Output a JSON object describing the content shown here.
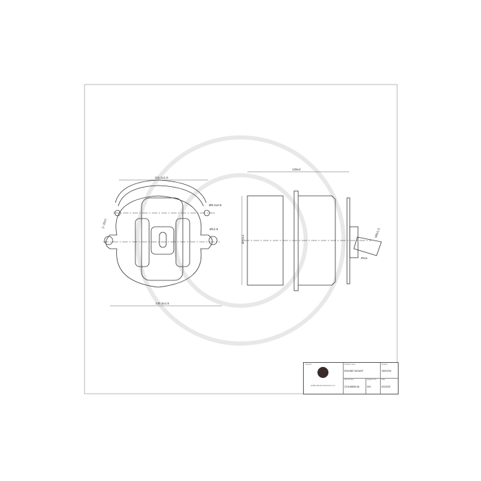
{
  "dimensions": {
    "top_width": "116.2±1.5",
    "hole_small": "Ø8.2±0.5",
    "hole_offset": "2~33±1",
    "hole_large": "Ø12.5",
    "bottom_width": "135.3±1.5",
    "side_length": "128±2",
    "side_diameter": "Ø92±1",
    "stud_thread": "M8x1.5",
    "stud_length": "30±1"
  },
  "title_block": {
    "importer_caption": "Importer",
    "importer_text": "ELBE Więcław Mechanics S.A.",
    "product_name_caption": "Product name",
    "product_name": "ENGINE MOUNT",
    "symbol_caption": "Symbol",
    "symbol": "150V294",
    "oe_caption": "OE Number",
    "oe_number": "22116865146",
    "diagram_caption": "Diagram No",
    "diagram_no": "001",
    "date_caption": "Date",
    "date": "02/2025"
  },
  "colors": {
    "line": "#333333",
    "watermark": "#e6e6e6",
    "frame": "#888888"
  }
}
